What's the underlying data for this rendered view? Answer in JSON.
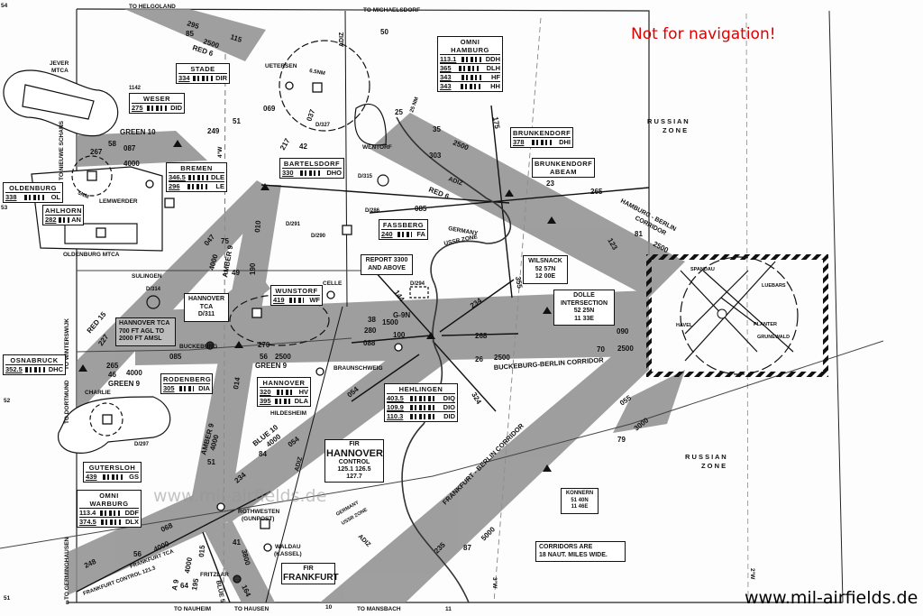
{
  "header": {
    "warning": "Not for navigation!",
    "watermark": "www.mil-airfields.de",
    "watermark_faint": "www.mil-airfields.de"
  },
  "edges": {
    "to_helgoland": "TO HELGOLAND",
    "to_michaelsdorf": "TO MICHAELSDORF",
    "to_nieuwe_schans": "TO NIEUWE SCHANS",
    "to_winterswijk": "TO WINTERSWIJK",
    "to_dortmund": "TO DORTMUND",
    "to_germinghausen": "TO GERMINGHAUSEN",
    "to_nauheim": "TO NAUHEIM",
    "to_hausen": "TO HAUSEN",
    "to_mansbach": "TO MANSBACH"
  },
  "grid": {
    "lat54": "54",
    "lat53": "53",
    "lat52": "52",
    "lat51": "51",
    "lon8": "8",
    "lon10": "10",
    "lon11": "11",
    "w4": "4°W",
    "w3": "3°W",
    "w2": "2°W"
  },
  "zones": {
    "russian_1a": "R U S S I A N",
    "russian_1b": "Z O N E",
    "russian_2a": "R U S S I A N",
    "russian_2b": "Z O N E",
    "germany": "GERMANY",
    "ussr": "USSR ZONE",
    "germany2": "GERMANY",
    "ussr2": "USSR ZONE"
  },
  "facilities": {
    "stade": {
      "name": "STADE",
      "freq": "334",
      "ident": "DIR"
    },
    "weser": {
      "name": "WESER",
      "freq": "275",
      "ident": "DID"
    },
    "bremen": {
      "name": "BREMEN",
      "rows": [
        {
          "freq": "346.5",
          "ident": "DLE"
        },
        {
          "freq": "296",
          "ident": "LE"
        }
      ]
    },
    "oldenburg": {
      "name": "OLDENBURG",
      "freq": "338",
      "ident": "OL"
    },
    "ahlhorn": {
      "name": "AHLHORN",
      "freq": "282",
      "ident": "AN"
    },
    "bartelsdorf": {
      "name": "BARTELSDORF",
      "freq": "330",
      "ident": "DHO"
    },
    "hamburg": {
      "name1": "OMNI",
      "name2": "HAMBURG",
      "rows": [
        {
          "freq": "113.1",
          "ident": "DDH"
        },
        {
          "freq": "365",
          "ident": "DLH"
        },
        {
          "freq": "343",
          "ident": "HF"
        },
        {
          "freq": "343",
          "ident": "HH"
        }
      ]
    },
    "brunkendorf": {
      "name": "BRUNKENDORF",
      "freq": "378",
      "ident": "DHI"
    },
    "brunkendorf_abeam": {
      "name1": "BRUNKENDORF",
      "name2": "ABEAM"
    },
    "fassberg": {
      "name": "FASSBERG",
      "freq": "240",
      "ident": "FA"
    },
    "wunstorf": {
      "name": "WUNSTORF",
      "freq": "419",
      "ident": "WF"
    },
    "osnabruck": {
      "name": "OSNABRUCK",
      "freq": "352.5",
      "ident": "DHC"
    },
    "rodenberg": {
      "name": "RODENBERG",
      "freq": "305",
      "ident": "DIA"
    },
    "hannover": {
      "name": "HANNOVER",
      "rows": [
        {
          "freq": "320",
          "ident": "HV"
        },
        {
          "freq": "395",
          "ident": "DLA"
        }
      ]
    },
    "hehlingen": {
      "name": "HEHLINGEN",
      "rows": [
        {
          "freq": "403.5",
          "ident": "DIQ"
        },
        {
          "freq": "109.9",
          "ident": "DIO"
        },
        {
          "freq": "110.3",
          "ident": "DID"
        }
      ]
    },
    "gutersloh": {
      "name": "GUTERSLOH",
      "freq": "439",
      "ident": "GS"
    },
    "warburg": {
      "name1": "OMNI",
      "name2": "WARBURG",
      "rows": [
        {
          "freq": "113.4",
          "ident": "DDF"
        },
        {
          "freq": "374.5",
          "ident": "DLX"
        }
      ]
    }
  },
  "fixes": {
    "wilsnack": {
      "name": "WILSNACK",
      "lat": "52 57N",
      "lon": "12 00E"
    },
    "dolle": {
      "name": "DOLLE",
      "name2": "INTERSECTION",
      "lat": "52 25N",
      "lon": "11 33E"
    },
    "konnern": {
      "name": "KONNERN",
      "lat": "51 40N",
      "lon": "11 46E"
    }
  },
  "notes": {
    "report": [
      "REPORT 3300",
      "AND ABOVE"
    ],
    "hannover_tca": [
      "HANNOVER TCA",
      "700 FT AGL TO",
      "2000 FT AMSL"
    ],
    "tca_box": [
      "HANNOVER",
      "TCA",
      "D/311"
    ],
    "corridors": [
      "CORRIDORS ARE",
      "18 NAUT. MILES WIDE."
    ],
    "fir_hannover": {
      "fir": "FIR",
      "name": "HANNOVER",
      "control": "CONTROL",
      "freqs": "125.1 126.5",
      "freq3": "127.7"
    },
    "fir_frankfurt": {
      "fir": "FIR",
      "name": "FRANKFURT"
    }
  },
  "places": {
    "jever": "JEVER",
    "mtca": "MTCA",
    "oldenburg_mtca": "OLDENBURG MTCA",
    "uetersen": "UETERSEN",
    "wentorf": "WENTORF",
    "lemwerder": "LEMWERDER",
    "sulingen": "SULINGEN",
    "celle": "CELLE",
    "buckeburg": "BUCKEBURG",
    "braunschweig": "BRAUNSCHWEIG",
    "hildesheim": "HILDESHEIM",
    "charlie": "CHARLIE",
    "rothwesten": "ROTHWESTEN",
    "gunpost": "(GUNPOST)",
    "waldau": "WALDAU",
    "kassel": "(KASSEL)",
    "fritzlar": "FRITZLAR",
    "spandau": "SPANDAU",
    "luebars": "LUEBARS",
    "havel": "HAVEL",
    "planter": "PLANTER",
    "grunewald": "GRUNEWALD"
  },
  "restricted": {
    "d291": "D/291",
    "d290": "D/290",
    "d286": "D/286",
    "d315": "D/315",
    "d327": "D/327",
    "d314": "D/314",
    "d294": "D/294",
    "d297": "D/297",
    "e1142": "1142"
  },
  "routes": {
    "red6": "RED 6",
    "red6b": "RED 6",
    "green10": "GREEN 10",
    "green9": "GREEN 9",
    "green9b": "GREEN 9",
    "red15": "RED 15",
    "amber9": "AMBER 9",
    "amber9b": "AMBER 9",
    "blue10": "BLUE 10",
    "blue5": "BLUE 5",
    "a9": "A 9",
    "g9n": "G-9N",
    "adiz1": "ADIZ",
    "adiz2": "ADIZ",
    "adiz3": "ADIZ",
    "adiz4": "ADIZ",
    "hb_corr": "HAMBURG - BERLIN",
    "hb_corr2": "CORRIDOR",
    "bb_corr": "BUCKEBURG-BERLIN CORRIDOR",
    "fb_corr": "FRANKFURT - BERLIN  CORRIDOR",
    "frankfurt_tca": "FRANKFURT TCA",
    "frankfurt_ctl": "FRANKFURT CONTROL 121.3",
    "snm65": "6.5NM",
    "snm5": "5NM",
    "nm25": "25 NM"
  },
  "numbers": {
    "n295": "295",
    "n85": "85",
    "n2500a": "2500",
    "n115": "115",
    "n069": "069",
    "n249": "249",
    "n51": "51",
    "n267": "267",
    "n58": "58",
    "n087": "087",
    "n4000a": "4000",
    "n217": "217",
    "n42": "42",
    "n037": "037",
    "n50": "50",
    "n25": "25",
    "n35": "35",
    "n2500b": "2500",
    "n303": "303",
    "n175": "175",
    "n23": "23",
    "n265a": "265",
    "n085a": "085",
    "n123": "123",
    "n81": "81",
    "n2500c": "2500",
    "n047": "047",
    "n75": "75",
    "n010": "010",
    "n4000b": "4000",
    "n49": "49",
    "n190": "190",
    "n227": "227",
    "n265b": "265",
    "n46": "46",
    "n4000c": "4000",
    "n085b": "085",
    "n270": "270",
    "n56a": "56",
    "n2500d": "2500",
    "n014": "014",
    "n144": "144",
    "n38": "38",
    "n1500": "1500",
    "n280": "280",
    "n100": "100",
    "n088": "088",
    "n234": "234",
    "n355": "355",
    "n268": "268",
    "n26": "26",
    "n2500e": "2500",
    "n70": "70",
    "n2500f": "2500",
    "n090": "090",
    "n324": "324",
    "n054a": "054",
    "n055": "055",
    "n79": "79",
    "n3000": "3000",
    "n84": "84",
    "n4000d": "4000",
    "n054b": "054",
    "n51b": "51",
    "n4000e": "4000",
    "n068": "068",
    "n248": "248",
    "n56b": "56",
    "n4000f": "4000",
    "n015": "015",
    "n64": "64",
    "n4000g": "4000",
    "n195": "195",
    "n41": "41",
    "n3800": "3800",
    "n164": "164",
    "n235": "235",
    "n87": "87",
    "n5000": "5000",
    "n234b": "234"
  }
}
